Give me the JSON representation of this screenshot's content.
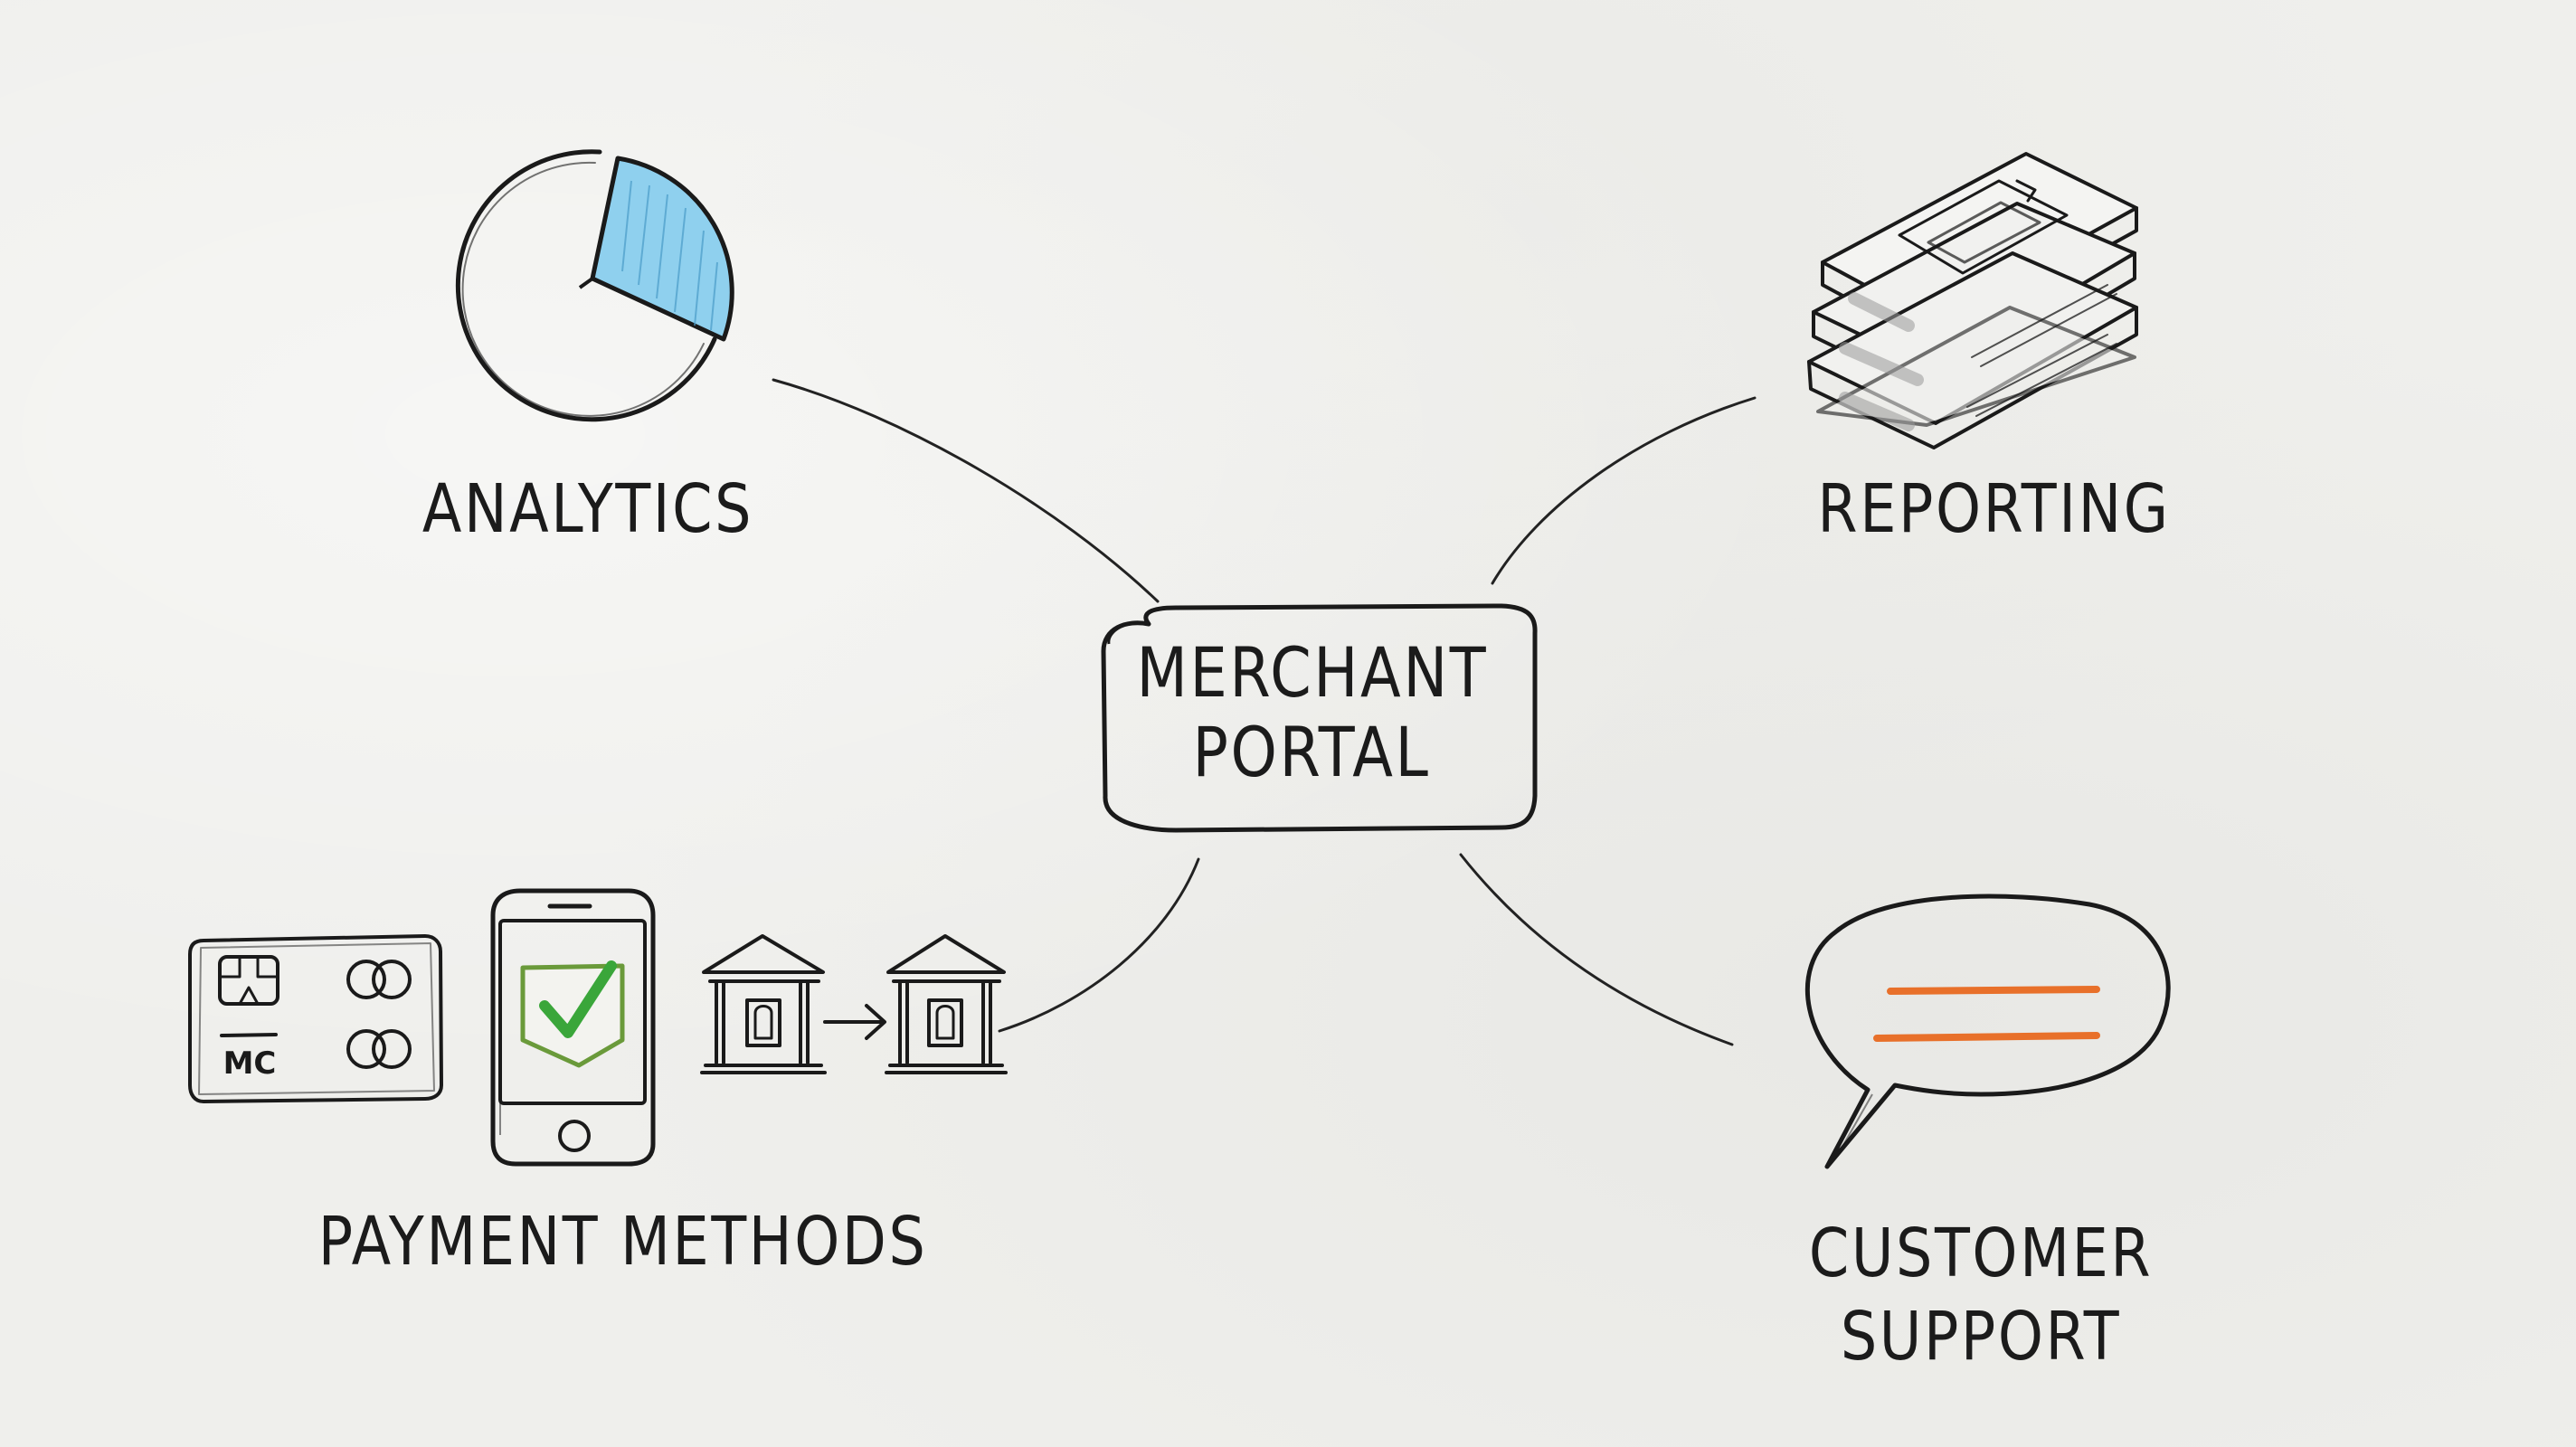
{
  "hub": {
    "line1": "MERCHANT",
    "line2": "PORTAL"
  },
  "nodes": {
    "analytics": {
      "label": "ANALYTICS",
      "icon": "pie-chart-icon"
    },
    "reporting": {
      "label": "REPORTING",
      "icon": "document-stack-icon"
    },
    "payment_methods": {
      "label": "PAYMENT METHODS",
      "icons": [
        "credit-card-icon",
        "smartphone-checkmark-icon",
        "bank-transfer-icon"
      ],
      "card_text": "MC"
    },
    "customer_support": {
      "line1": "CUSTOMER",
      "line2": "SUPPORT",
      "icon": "speech-bubble-icon"
    }
  },
  "colors": {
    "ink": "#1a1a1a",
    "pie_slice": "#8fd0ee",
    "check": "#3aa63a",
    "speech_lines": "#e8702a",
    "paper": "#efefec"
  }
}
